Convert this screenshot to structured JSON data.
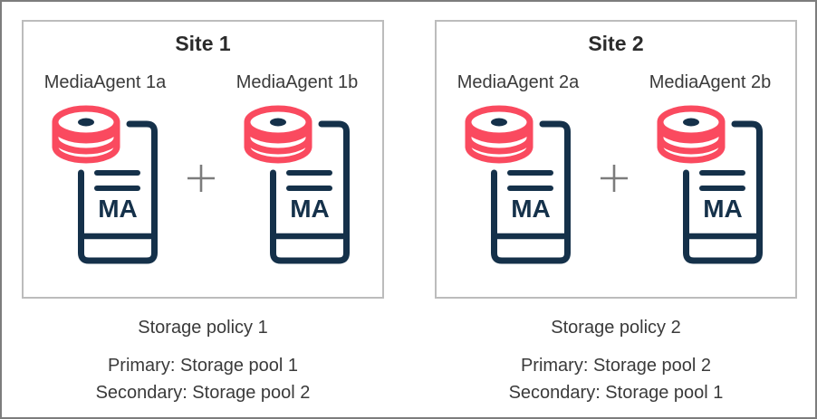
{
  "colors": {
    "disk_pink": "#FA4A5F",
    "server_navy": "#15314A",
    "text_dark": "#3A3A3A",
    "title_dark": "#2B2B2B",
    "site_box_border": "#BCBCBC",
    "outer_border": "#7D7D7D",
    "plus_gray": "#7C7C7C"
  },
  "icons": {
    "media_agent": "server-with-pink-disk-stack",
    "plus": "+"
  },
  "icon": {
    "ma_label": "MA"
  },
  "sites": [
    {
      "title": "Site 1",
      "agents": [
        {
          "label": "MediaAgent 1a"
        },
        {
          "label": "MediaAgent 1b"
        }
      ],
      "policy": {
        "title": "Storage policy 1",
        "primary": "Primary: Storage pool 1",
        "secondary": "Secondary: Storage pool 2"
      }
    },
    {
      "title": "Site 2",
      "agents": [
        {
          "label": "MediaAgent 2a"
        },
        {
          "label": "MediaAgent 2b"
        }
      ],
      "policy": {
        "title": "Storage policy 2",
        "primary": "Primary: Storage pool 2",
        "secondary": "Secondary: Storage pool 1"
      }
    }
  ]
}
